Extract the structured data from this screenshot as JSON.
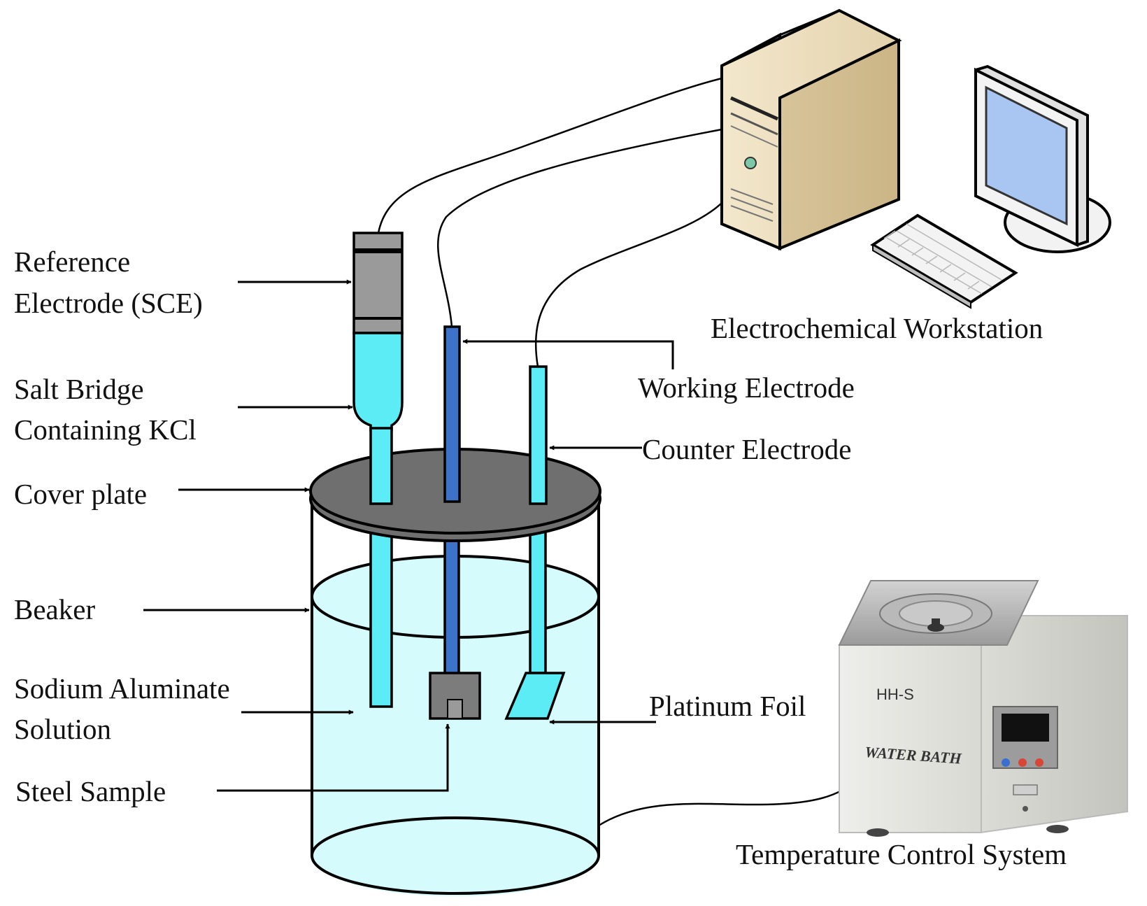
{
  "labels": {
    "reference_line1": "Reference",
    "reference_line2": "Electrode (SCE)",
    "salt_line1": "Salt Bridge",
    "salt_line2": "Containing KCl",
    "cover_plate": "Cover plate",
    "beaker": "Beaker",
    "solution_line1": "Sodium Aluminate",
    "solution_line2": "Solution",
    "steel_sample": "Steel Sample",
    "working_electrode": "Working Electrode",
    "counter_electrode": "Counter Electrode",
    "platinum_foil": "Platinum Foil",
    "workstation": "Electrochemical Workstation",
    "temperature_system": "Temperature Control System"
  },
  "water_bath": {
    "model": "HH-S",
    "name": "WATER BATH"
  },
  "colors": {
    "solution": "#d6fbfd",
    "salt_bridge": "#5cecf5",
    "working_electrode": "#3c72c8",
    "electrode_body": "#9a9a9a",
    "cover_plate": "#6f6f6f",
    "computer_case": "#eadcbc",
    "monitor_screen": "#a9c6f2"
  }
}
